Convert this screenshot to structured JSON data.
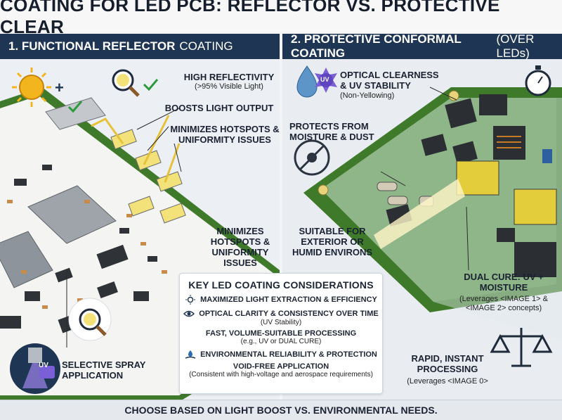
{
  "title": "COATING FOR LED PCB: REFLECTOR VS. PROTECTIVE CLEAR",
  "left": {
    "heading_bold": "1. FUNCTIONAL REFLECTOR",
    "heading_light": "COATING",
    "reflectivity_title": "HIGH REFLECTIVITY",
    "reflectivity_sub": "(>95% Visible Light)",
    "boost": "BOOSTS LIGHT OUTPUT",
    "hotspots_1": "MINIMIZES HOTSPOTS & UNIFORMITY ISSUES",
    "hotspots_2": "MINIMIZES HOTSPOTS & UNIFORMITY ISSUES",
    "spray": "SELECTIVE SPRAY APPLICATION",
    "uv_badge": "UV"
  },
  "right": {
    "heading_bold": "2. PROTECTIVE CONFORMAL COATING",
    "heading_light": "(OVER LEDs)",
    "clarity_title": "OPTICAL CLEARNESS & UV STABILITY",
    "clarity_sub": "(Non-Yellowing)",
    "uv_badge": "UV",
    "moisture": "PROTECTS FROM MOISTURE & DUST",
    "exterior": "SUITABLE FOR EXTERIOR OR HUMID ENVIRONS",
    "dual_title": "DUAL CURE: UV + MOISTURE",
    "dual_sub": "(Leverages <IMAGE 1> & <IMAGE 2> concepts)",
    "rapid_title": "RAPID, INSTANT PROCESSING",
    "rapid_sub": "(Leverages <IMAGE 0>"
  },
  "considerations": {
    "title": "KEY LED COATING CONSIDERATIONS",
    "items": [
      {
        "icon": "sun-icon",
        "label": "MAXIMIZED LIGHT EXTRACTION & EFFICIENCY",
        "note": ""
      },
      {
        "icon": "eye-icon",
        "label": "OPTICAL CLARITY & CONSISTENCY OVER TIME",
        "note": "(UV Stability)"
      },
      {
        "icon": "",
        "label": "FAST, VOLUME-SUITABLE PROCESSING",
        "note": "(e.g., UV or DUAL CURE)"
      },
      {
        "icon": "hand-shield-icon",
        "label": "ENVIRONMENTAL RELIABILITY & PROTECTION",
        "note": ""
      },
      {
        "icon": "",
        "label": "VOID-FREE APPLICATION",
        "note": "(Consistent with high-voltage and aerospace requirements)"
      }
    ]
  },
  "footer": "CHOOSE BASED ON LIGHT BOOST VS. ENVIRONMENTAL NEEDS.",
  "colors": {
    "navy": "#1f3554",
    "pcb_green": "#3f7a2a",
    "led_yellow": "#f3e27a",
    "check_green": "#2e9a3e"
  }
}
